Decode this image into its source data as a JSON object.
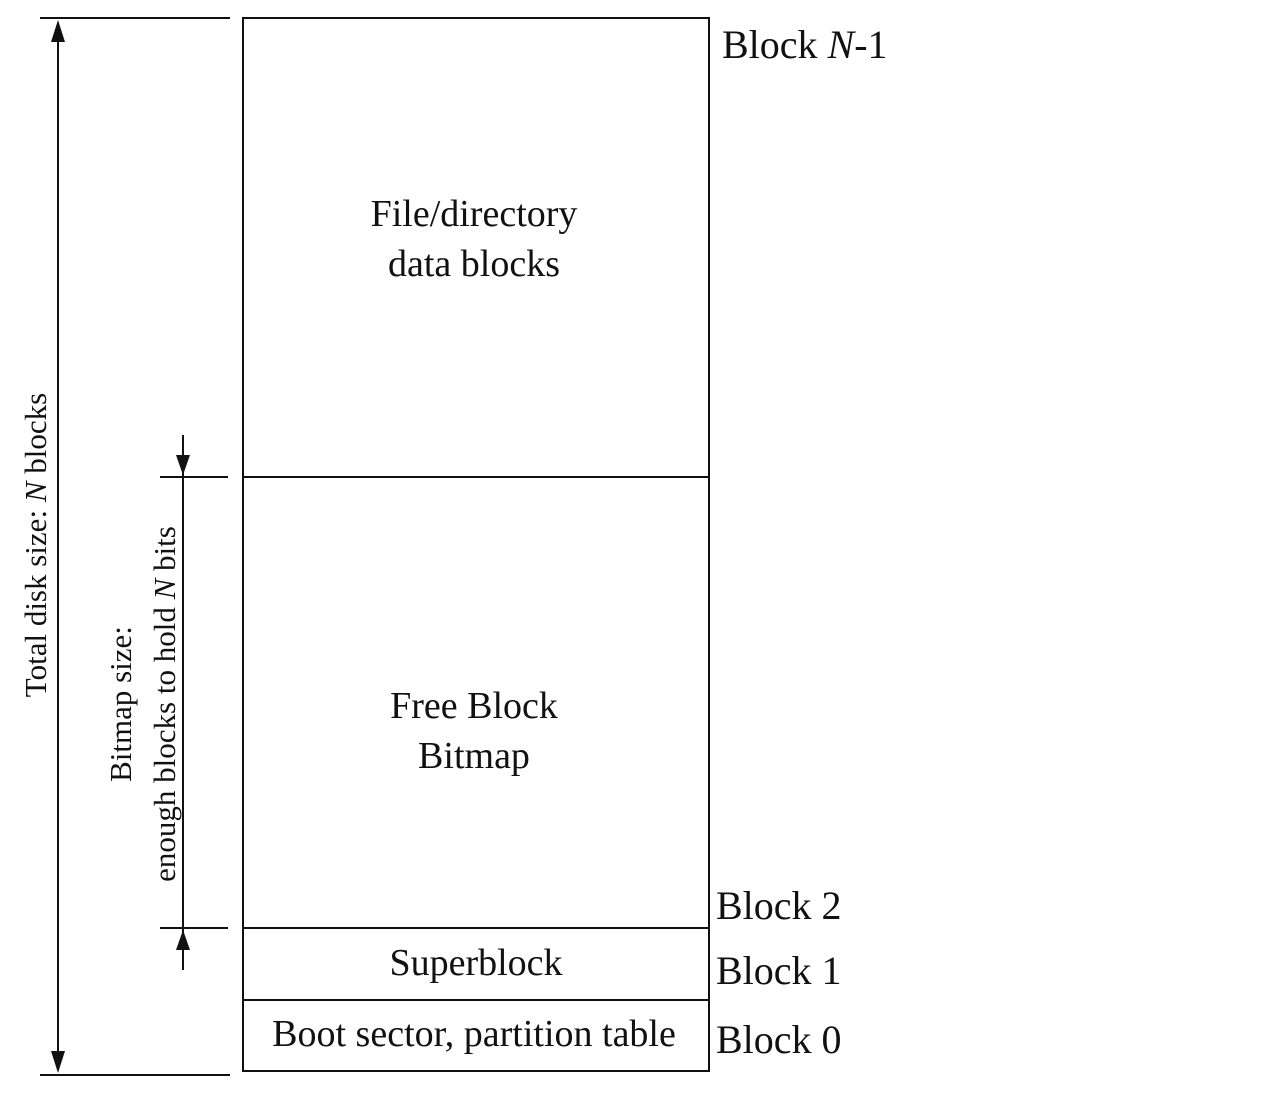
{
  "regions": {
    "data_blocks": {
      "line1": "File/directory",
      "line2": "data blocks"
    },
    "bitmap": {
      "line1": "Free Block",
      "line2": "Bitmap"
    },
    "superblock": "Superblock",
    "boot": "Boot sector, partition table"
  },
  "block_labels": {
    "last": {
      "prefix": "Block ",
      "variable": "N",
      "suffix": "-1"
    },
    "block2": "Block 2",
    "block1": "Block 1",
    "block0": "Block 0"
  },
  "dimensions": {
    "total": {
      "prefix": "Total disk size: ",
      "variable": "N",
      "suffix": " blocks"
    },
    "bitmap": {
      "line1": "Bitmap size:",
      "line2_prefix": "enough blocks to hold ",
      "line2_variable": "N",
      "line2_suffix": " bits"
    }
  },
  "colors": {
    "ink": "#111111",
    "background": "#ffffff"
  }
}
